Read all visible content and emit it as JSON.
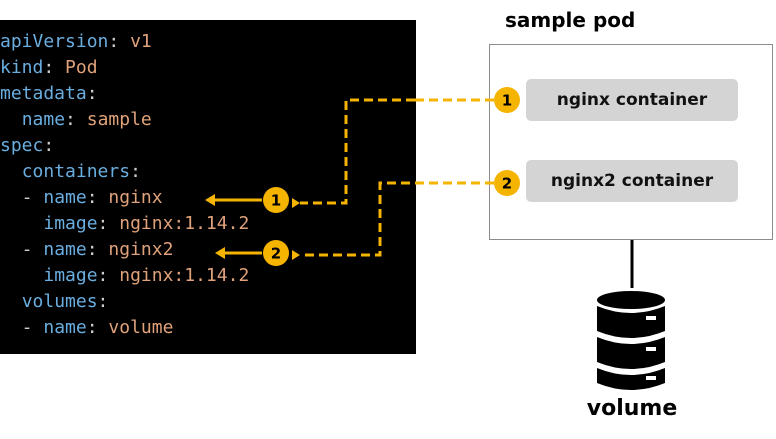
{
  "yaml": {
    "line1": {
      "key": "apiVersion",
      "value": "v1"
    },
    "line2": {
      "key": "kind",
      "value": "Pod"
    },
    "line3": {
      "key": "metadata"
    },
    "line4": {
      "key": "name",
      "value": "sample"
    },
    "line5": {
      "key": "spec"
    },
    "line6": {
      "key": "containers"
    },
    "line7": {
      "key": "name",
      "value": "nginx"
    },
    "line8": {
      "key": "image",
      "value": "nginx:1.14.2"
    },
    "line9": {
      "key": "name",
      "value": "nginx2"
    },
    "line10": {
      "key": "image",
      "value": "nginx:1.14.2"
    },
    "line11": {
      "key": "volumes"
    },
    "line12": {
      "key": "name",
      "value": "volume"
    }
  },
  "pod": {
    "title": "sample pod",
    "container1": "nginx container",
    "container2": "nginx2 container"
  },
  "badges": {
    "one": "1",
    "two": "2"
  },
  "volume": {
    "label": "volume"
  },
  "colors": {
    "accent": "#f5b400",
    "code_bg": "#000000",
    "key": "#6aaee0",
    "value": "#e0a27a",
    "container_bg": "#d4d4d4"
  }
}
